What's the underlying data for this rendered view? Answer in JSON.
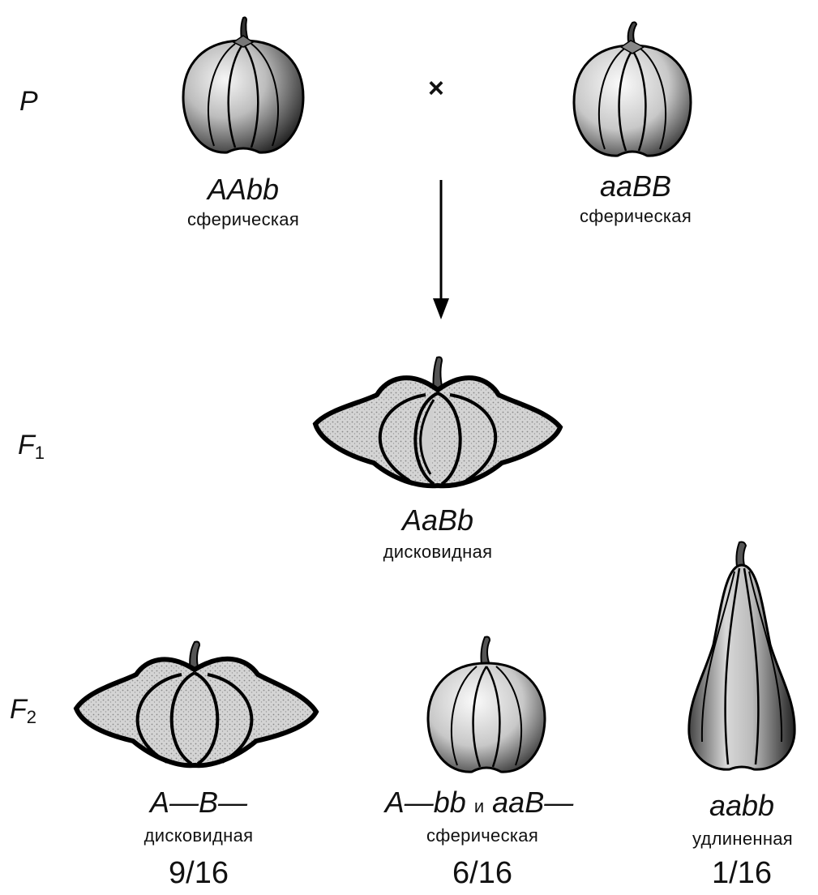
{
  "generations": {
    "p": "P",
    "f1": "F",
    "f1_sub": "1",
    "f2": "F",
    "f2_sub": "2"
  },
  "cross_symbol": "×",
  "parents": [
    {
      "genotype": "AAbb",
      "phenotype": "сферическая"
    },
    {
      "genotype": "aaBB",
      "phenotype": "сферическая"
    }
  ],
  "f1": {
    "genotype": "AaBb",
    "phenotype": "дисковидная"
  },
  "f2": [
    {
      "genotype": "A—B—",
      "phenotype": "дисковидная",
      "ratio": "9/16"
    },
    {
      "genotype_part1": "A—bb",
      "conjunction": "и",
      "genotype_part2": "aaB—",
      "phenotype": "сферическая",
      "ratio": "6/16"
    },
    {
      "genotype": "aabb",
      "phenotype": "удлиненная",
      "ratio": "1/16"
    }
  ]
}
